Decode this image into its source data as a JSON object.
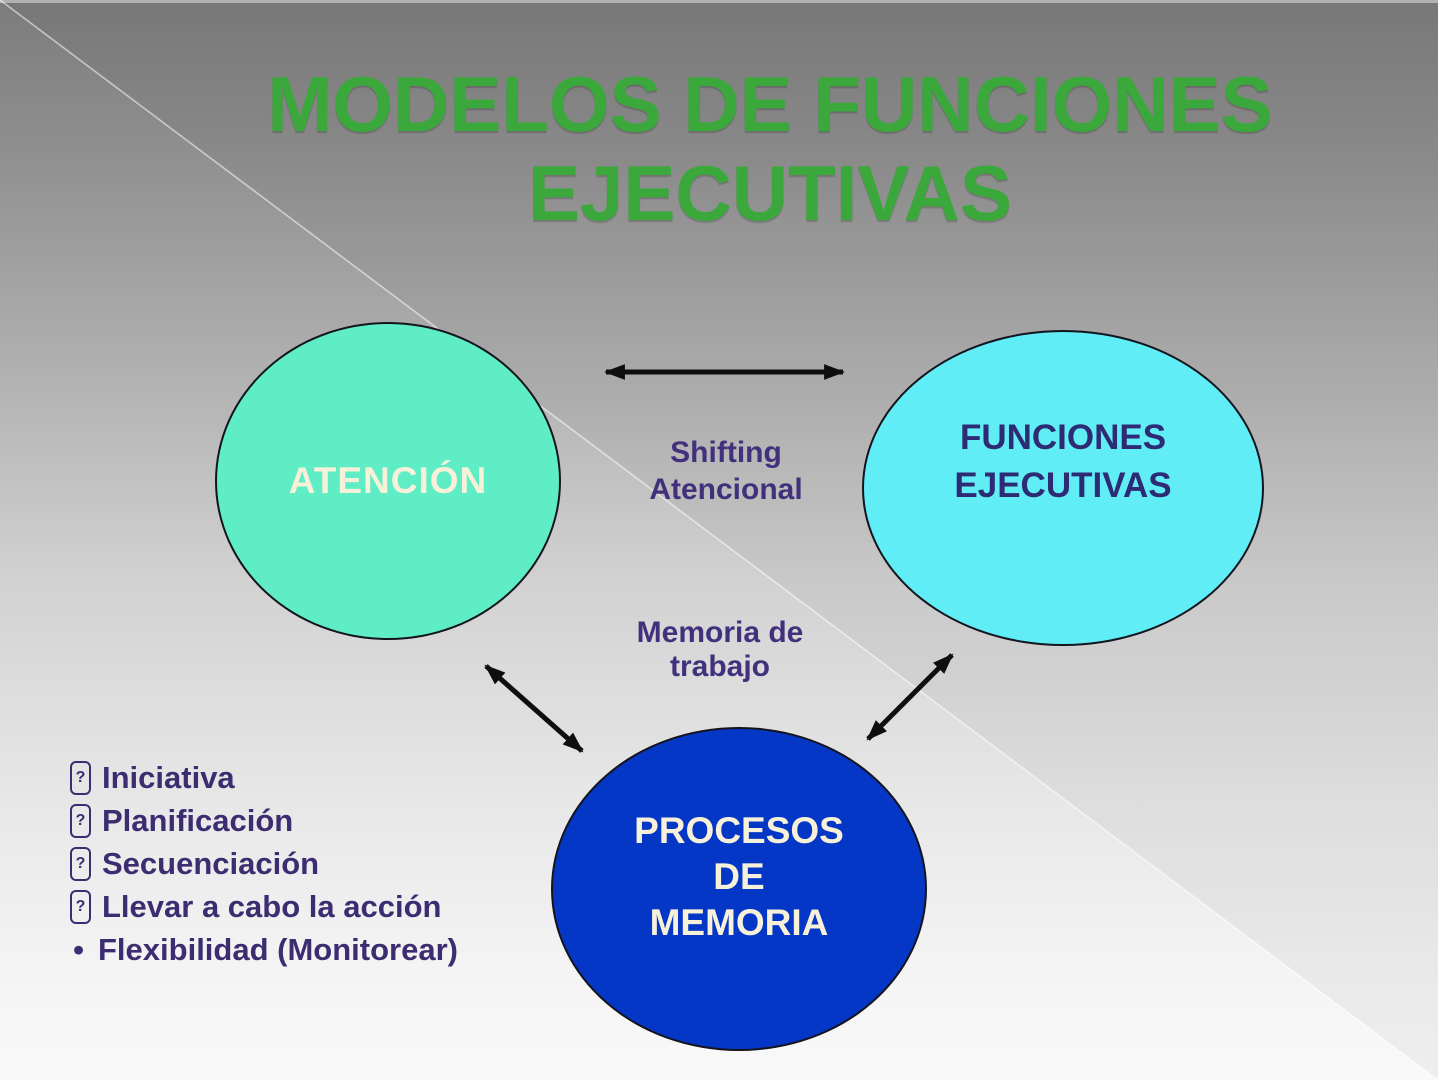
{
  "slide": {
    "title": {
      "line1": "MODELOS DE FUNCIONES",
      "line2": "EJECUTIVAS",
      "color": "#3aa83a"
    },
    "nodes": {
      "atencion": {
        "label": "ATENCIÓN",
        "fill": "#5eedc4",
        "text_color": "#f7f1d9"
      },
      "funciones": {
        "line1": "FUNCIONES",
        "line2": "EJECUTIVAS",
        "fill": "#61edf5",
        "text_color": "#2e2b75"
      },
      "procesos": {
        "line1": "PROCESOS",
        "line2": "DE",
        "line3": "MEMORIA",
        "fill": "#0537c6",
        "text_color": "#f7f1d9"
      }
    },
    "edge_labels": {
      "shifting": {
        "line1": "Shifting",
        "line2": "Atencional"
      },
      "memoria": {
        "line1": "Memoria de",
        "line2": "trabajo"
      }
    },
    "bullets": {
      "items": [
        {
          "marker_char": "?",
          "marker_class": "marker tofu",
          "text": "Iniciativa"
        },
        {
          "marker_char": "?",
          "marker_class": "marker tofu",
          "text": "Planificación"
        },
        {
          "marker_char": "?",
          "marker_class": "marker tofu",
          "text": "Secuenciación"
        },
        {
          "marker_char": "?",
          "marker_class": "marker tofu",
          "text": "Llevar a cabo la acción"
        },
        {
          "marker_char": "•",
          "marker_class": "marker dot",
          "text": "Flexibilidad (Monitorear)"
        }
      ]
    },
    "colors": {
      "arrow": "#0e0e0e",
      "label_purple": "#41317c",
      "bullet_purple": "#3c2d71",
      "title_green": "#3aa83a",
      "node_outline": "#14141e",
      "background_top": "#7c7c7c",
      "background_bottom": "#f9f9fa"
    }
  }
}
